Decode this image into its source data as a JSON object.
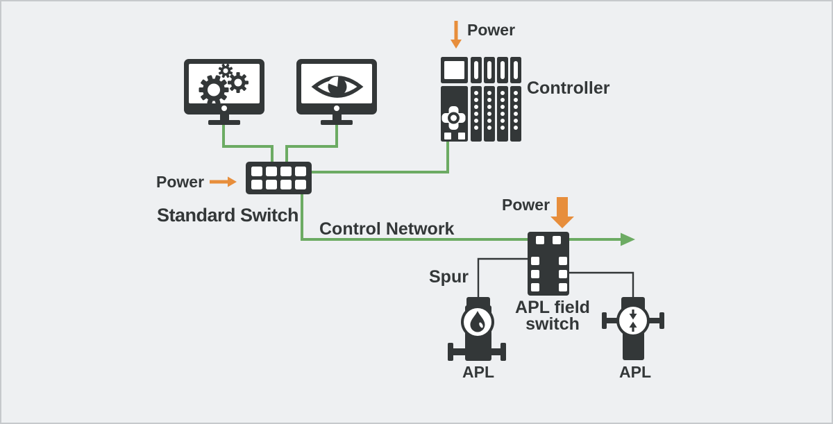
{
  "colors": {
    "background": "#eef0f2",
    "border": "#c6c9cc",
    "device_dark": "#333738",
    "network_green": "#6cab63",
    "power_orange": "#e78e3c",
    "text": "#333738"
  },
  "icons": {
    "engineering_station": "gears-icon",
    "operator_station": "eye-icon",
    "field_device_left": "droplet-icon",
    "field_device_right": "flow-meter-icon",
    "power_feed": "orange-arrow"
  },
  "labels": {
    "power_controller": "Power",
    "controller": "Controller",
    "power_standard_switch": "Power",
    "standard_switch": "Standard Switch",
    "control_network": "Control Network",
    "power_apl_field_switch": "Power",
    "spur": "Spur",
    "apl_field_switch_line1": "APL field",
    "apl_field_switch_line2": "switch",
    "apl_device_left": "APL",
    "apl_device_right": "APL"
  }
}
